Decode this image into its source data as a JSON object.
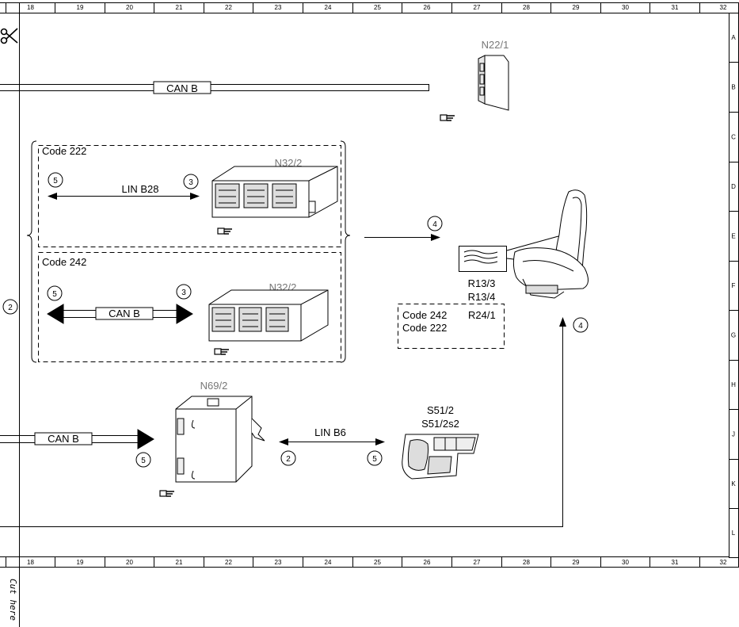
{
  "columns": [
    "18",
    "19",
    "20",
    "21",
    "22",
    "23",
    "24",
    "25",
    "26",
    "27",
    "28",
    "29",
    "30",
    "31",
    "32"
  ],
  "rows": [
    "A",
    "B",
    "C",
    "D",
    "E",
    "F",
    "G",
    "H",
    "J",
    "K",
    "L"
  ],
  "components": {
    "n22_1": "N22/1",
    "n32_2_top": "N32/2",
    "n32_2_bottom": "N32/2",
    "n69_2": "N69/2",
    "r13_3": "R13/3",
    "r13_4": "R13/4",
    "r24_1": "R24/1",
    "s51_2": "S51/2",
    "s51_2s2": "S51/2s2"
  },
  "buses": {
    "can_top": "CAN B",
    "can_code242": "CAN B",
    "can_bottom": "CAN B",
    "lin_b28": "LIN B28",
    "lin_b6": "LIN B6"
  },
  "codes": {
    "code222": "Code 222",
    "code242": "Code 242",
    "legend_code242": "Code 242",
    "legend_code222": "Code 222"
  },
  "markers": {
    "m5a": "5",
    "m3a": "3",
    "m5b": "5",
    "m3b": "3",
    "m4a": "4",
    "m4b": "4",
    "m2left": "2",
    "m5c": "5",
    "m2c": "2",
    "m5d": "5"
  },
  "cut_text": "Cut here"
}
